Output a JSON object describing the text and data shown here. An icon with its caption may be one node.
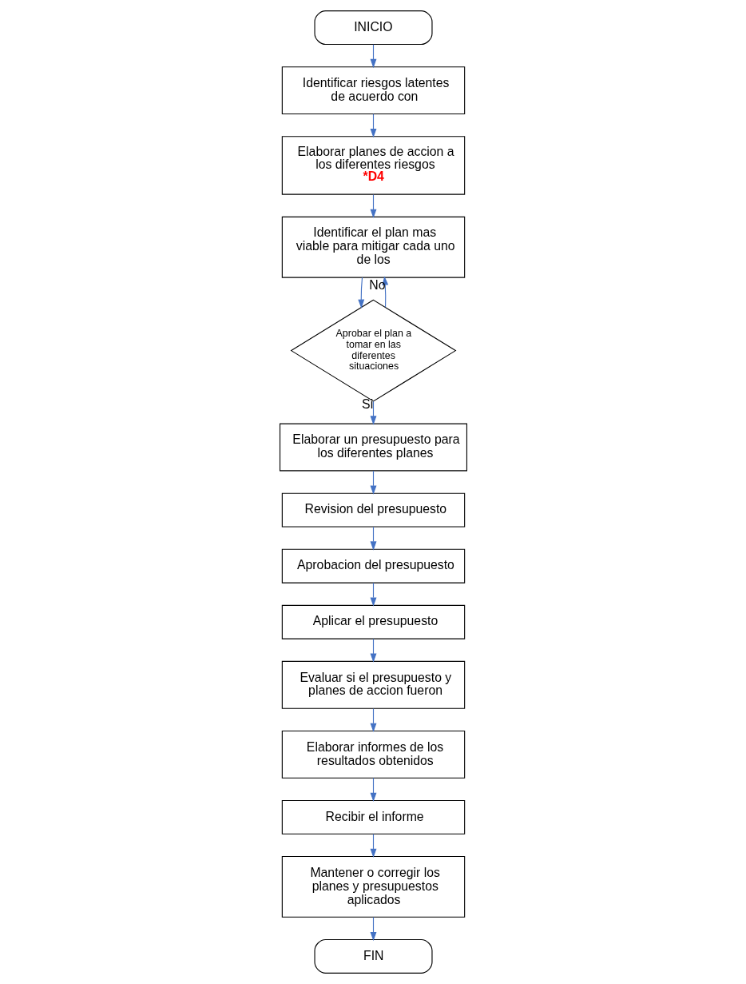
{
  "diagram": {
    "nodes": [
      {
        "text": [
          "INICIO"
        ]
      },
      {
        "text": [
          "Identificar riesgos latentes de acuerdo con"
        ]
      },
      {
        "text": [
          "Elaborar planes de accion a los diferentes riesgos",
          "*D4"
        ]
      },
      {
        "text": [
          "Identificar el plan mas viable para mitigar cada uno de los"
        ]
      },
      {
        "text": [
          "Aprobar el plan a tomar en las diferentes situaciones"
        ]
      },
      {
        "text": [
          "Elaborar un presupuesto para los diferentes planes"
        ]
      },
      {
        "text": [
          "Revision del presupuesto"
        ]
      },
      {
        "text": [
          "Aprobacion del presupuesto"
        ]
      },
      {
        "text": [
          "Aplicar el presupuesto"
        ]
      },
      {
        "text": [
          "Evaluar si el presupuesto y planes de accion fueron"
        ]
      },
      {
        "text": [
          "Elaborar informes de los resultados obtenidos"
        ]
      },
      {
        "text": [
          "Recibir el informe"
        ]
      },
      {
        "text": [
          "Mantener o corregir los planes y presupuestos aplicados"
        ]
      },
      {
        "text": [
          "FIN"
        ]
      }
    ],
    "edges": [
      {
        "from": 0,
        "to": 1,
        "arrow": "to"
      },
      {
        "from": 1,
        "to": 2,
        "arrow": "to"
      },
      {
        "from": 2,
        "to": 3,
        "arrow": "to"
      },
      {
        "from": 3,
        "to": 4,
        "arrow": "to"
      },
      {
        "from": 4,
        "to": 3,
        "arrow": "to",
        "label": "No"
      },
      {
        "from": 4,
        "to": 5,
        "arrow": "to",
        "label": "Si"
      },
      {
        "from": 5,
        "to": 6,
        "arrow": "to"
      },
      {
        "from": 6,
        "to": 7,
        "arrow": "to"
      },
      {
        "from": 7,
        "to": 8,
        "arrow": "to"
      },
      {
        "from": 8,
        "to": 9,
        "arrow": "to"
      },
      {
        "from": 9,
        "to": 10,
        "arrow": "to"
      },
      {
        "from": 10,
        "to": 11,
        "arrow": "to"
      },
      {
        "from": 11,
        "to": 12,
        "arrow": "to"
      },
      {
        "from": 12,
        "to": 13,
        "arrow": "to"
      }
    ]
  }
}
